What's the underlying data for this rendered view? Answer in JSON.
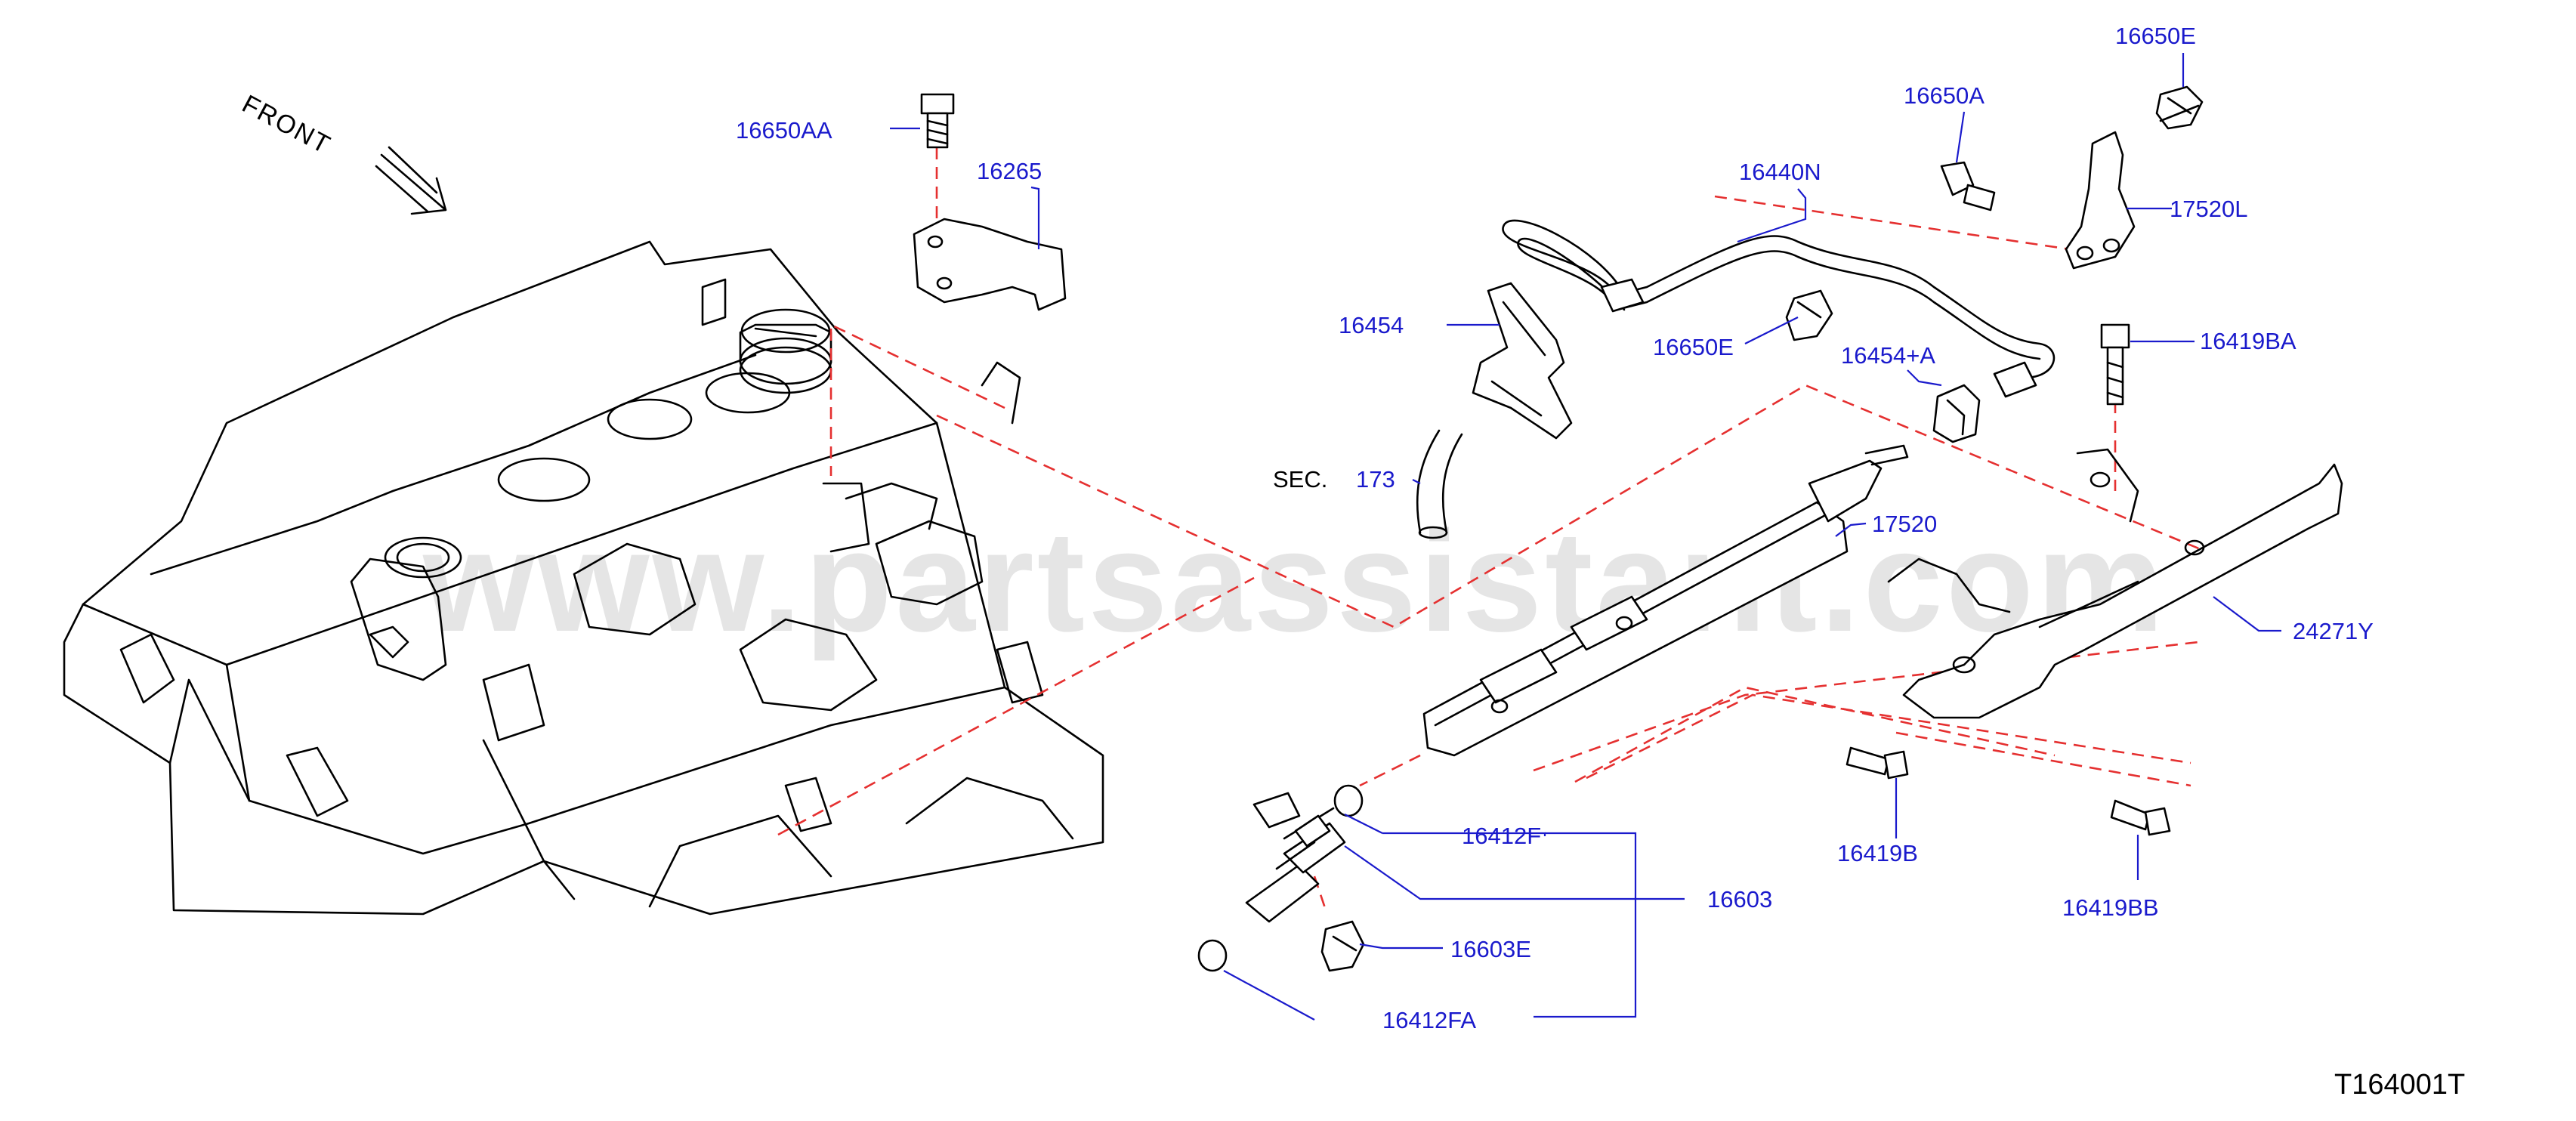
{
  "orientation_label": "FRONT",
  "watermark": "www.partsassistant.com",
  "diagram_id": "T164001T",
  "section_ref": {
    "prefix": "SEC.",
    "number": "173"
  },
  "colors": {
    "label": "#1a1acc",
    "phantom_line": "#e53030",
    "line_art": "#000000"
  },
  "callouts": [
    {
      "part": "16650AA"
    },
    {
      "part": "16265"
    },
    {
      "part": "16650E"
    },
    {
      "part": "16650A"
    },
    {
      "part": "16440N"
    },
    {
      "part": "17520L"
    },
    {
      "part": "16454"
    },
    {
      "part": "16650E"
    },
    {
      "part": "16454+A"
    },
    {
      "part": "16419BA"
    },
    {
      "part": "17520"
    },
    {
      "part": "24271Y"
    },
    {
      "part": "16412F"
    },
    {
      "part": "16603"
    },
    {
      "part": "16603E"
    },
    {
      "part": "16412FA"
    },
    {
      "part": "16419B"
    },
    {
      "part": "16419BB"
    }
  ]
}
